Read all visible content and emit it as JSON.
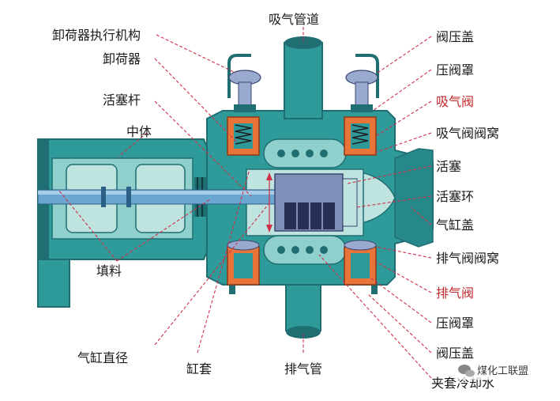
{
  "colors": {
    "body": "#2f9a9a",
    "body_dark": "#1f6f72",
    "body_light": "#8fd0cc",
    "inner": "#bfe4e0",
    "rod": "#6aa6cf",
    "piston": "#7f8fb8",
    "valve_orange": "#e8743a",
    "valve_cap": "#9aa9cf",
    "label_red": "#c0282d",
    "leader": "#d0304a"
  },
  "labels": {
    "unloader_actuator": "卸荷器执行机构",
    "unloader": "卸荷器",
    "piston_rod": "活塞杆",
    "middle_body": "中体",
    "packing": "填料",
    "cylinder_bore": "气缸直径",
    "liner": "缸套",
    "suction_pipe": "吸气管道",
    "discharge_pipe": "排气管",
    "valve_cover_top": "阀压盖",
    "valve_guard_top": "压阀罩",
    "suction_valve": "吸气阀",
    "suction_valve_seat": "吸气阀阀窝",
    "piston": "活塞",
    "piston_ring": "活塞环",
    "cylinder_cover": "气缸盖",
    "discharge_valve_seat": "排气阀阀窝",
    "discharge_valve": "排气阀",
    "valve_guard_bottom": "压阀罩",
    "valve_cover_bottom": "阀压盖",
    "jacket_cooling": "夹套冷却水"
  },
  "watermark": {
    "icon": "wechat-icon",
    "text": "煤化工联盟"
  }
}
